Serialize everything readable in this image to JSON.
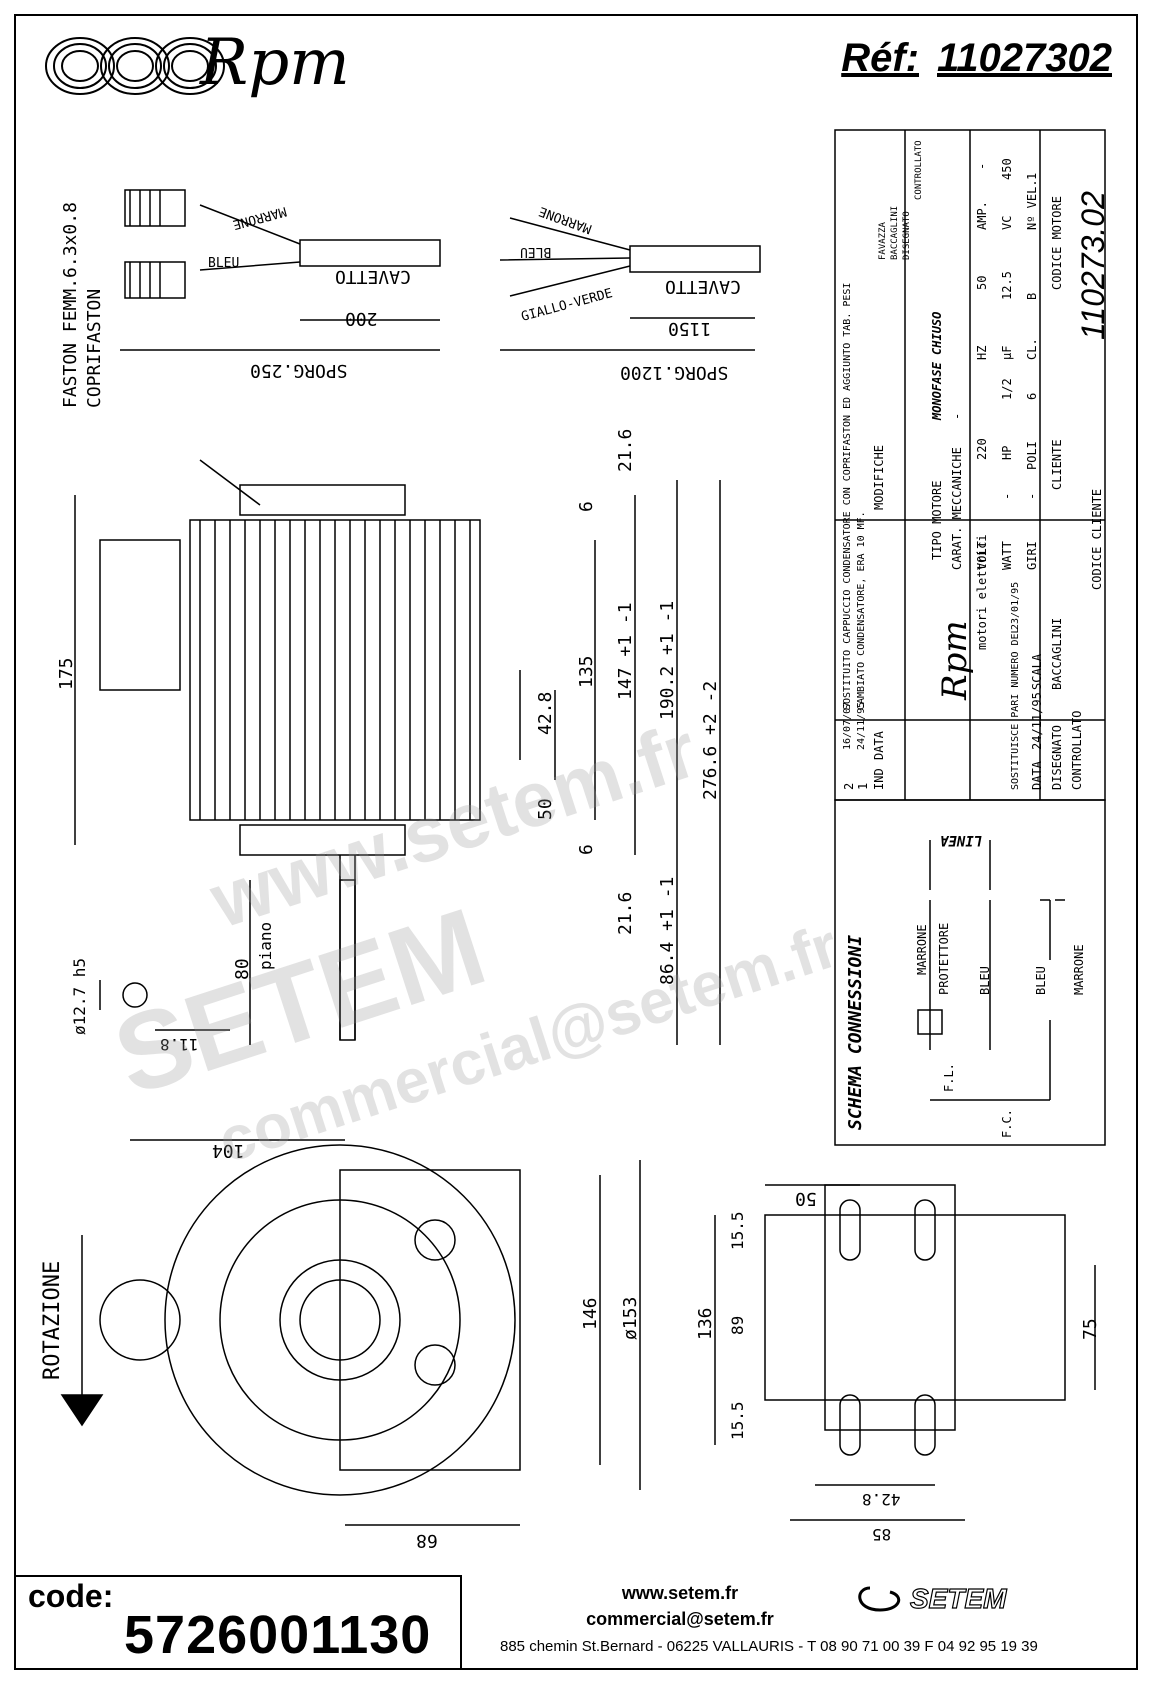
{
  "header": {
    "brand": "Rpm",
    "ref_label": "Réf:",
    "ref_value": "11027302"
  },
  "cable_left": {
    "fasten": "FASTON FEMM.6.3x0.8",
    "coprifaston": "COPRIFASTON",
    "wire1": "MARRONE",
    "wire2": "BLEU",
    "cable": "CAVETTO",
    "dim1": "200",
    "dim2": "SPORG.250"
  },
  "cable_right": {
    "wire1": "MARRONE",
    "wire2": "BLEU",
    "wire3": "GIALLO-VERDE",
    "cable": "CAVETTO",
    "dim1": "1150",
    "dim2": "SPORG.1200"
  },
  "side_view": {
    "dims": {
      "d175": "175",
      "d21_6_top": "21.6",
      "d6_top": "6",
      "d135": "135",
      "d147": "147 +1 -1",
      "d190": "190.2 +1 -1",
      "d276": "276.6 +2 -2",
      "d42_8": "42.8",
      "d50": "50",
      "d6_bot": "6",
      "d21_6_bot": "21.6",
      "d86": "86.4 +1 -1",
      "d80": "80",
      "piano": "piano",
      "shaft_dia": "ø12.7 h5",
      "shaft_flat": "11.8"
    }
  },
  "front_view": {
    "d104": "104",
    "d146": "146",
    "d153": "ø153",
    "d68": "68",
    "rotation": "ROTAZIONE"
  },
  "bracket_view": {
    "d50": "50",
    "d15_5_top": "15.5",
    "d136": "136",
    "d89": "89",
    "d15_5_bot": "15.5",
    "d75": "75",
    "d42_8": "42.8",
    "d85": "85",
    "eq": "="
  },
  "title_block": {
    "revisions": [
      {
        "ind": "2",
        "data": "16/07/07",
        "text": "SOSTITUITO CAPPUCCIO CONDENSATORE CON COPRIFASTON ED AGGIUNTO TAB. PESI"
      },
      {
        "ind": "1",
        "data": "24/11/95",
        "text": "CAMBIATO CONDENSATORE, ERA 10 MF."
      }
    ],
    "rev_header": {
      "ind": "IND",
      "data": "DATA",
      "text": "MODIFICHE"
    },
    "signers": [
      "FAVAZZA",
      "BACCAGLINI",
      "DISEGNATO",
      "CONTROLLATO"
    ],
    "tipo_motore_label": "TIPO MOTORE",
    "tipo_motore": "MONOFASE CHIUSO",
    "carat_mecc_label": "CARAT. MECCANICHE",
    "carat_mecc": "-",
    "volt_label": "VOLT",
    "volt": "220",
    "hz_label": "HZ",
    "hz": "50",
    "amp_label": "AMP.",
    "amp": "-",
    "watt_label": "WATT",
    "watt": "-",
    "hp_label": "HP",
    "hp": "1/2",
    "uf_label": "µF",
    "uf": "12.5",
    "vc_label": "VC",
    "vc": "450",
    "giri_label": "GIRI",
    "giri": "-",
    "poli_label": "POLI",
    "poli": "6",
    "cl_label": "CL.",
    "cl": "B",
    "nvel_label": "Nº VEL.",
    "nvel": "1",
    "cliente_label": "CLIENTE",
    "codice_cliente_label": "CODICE CLIENTE",
    "codice_motore_label": "CODICE MOTORE",
    "codice_motore": "110273.02",
    "rpm_brand": "Rpm",
    "rpm_sub": "motori elettrici",
    "sostituisce": "SOSTITUISCE PARI NUMERO DEL",
    "sostituisce_date": "23/01/95",
    "data_label": "DATA",
    "data_value": "24/11/95",
    "scala_label": "SCALA",
    "disegnato_label": "DISEGNATO",
    "disegnato": "BACCAGLINI",
    "controllato_label": "CONTROLLATO"
  },
  "schema": {
    "title": "SCHEMA CONNESSIONI",
    "linea": "LINEA",
    "marrone": "MARRONE",
    "protettore": "PROTETTORE",
    "bleu1": "BLEU",
    "bleu2": "BLEU",
    "marrone2": "MARRONE",
    "fl": "F.L.",
    "fc": "F.C."
  },
  "footer": {
    "code_label": "code:",
    "code_value": "5726001130",
    "website": "www.setem.fr",
    "email": "commercial@setem.fr",
    "address": "885 chemin St.Bernard  -  06225 VALLAURIS  -  T 08 90 71 00 39   F 04 92 95 19 39",
    "brand": "SETEM"
  },
  "watermark": {
    "line1": "www.setem.fr",
    "line2": "SETEM",
    "line3": "commercial@setem.fr"
  }
}
